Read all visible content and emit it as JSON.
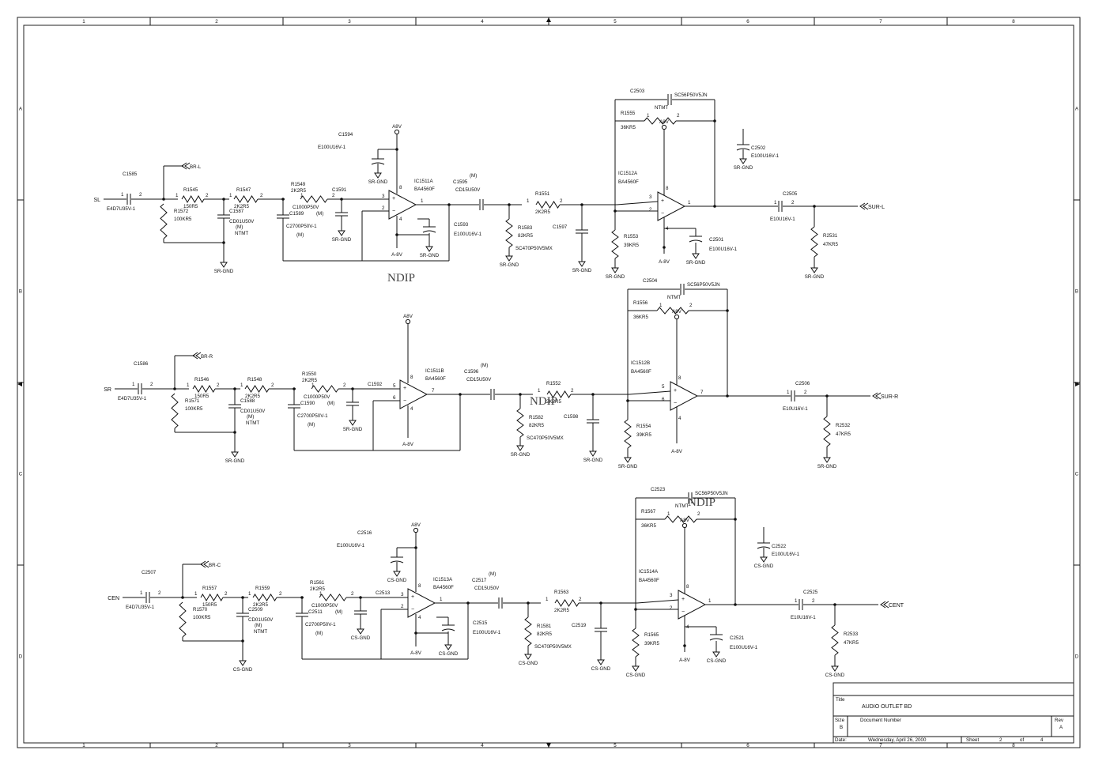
{
  "border": {
    "cols": [
      "1",
      "2",
      "3",
      "4",
      "5",
      "6",
      "7",
      "8"
    ],
    "rows": [
      "A",
      "B",
      "C",
      "D"
    ]
  },
  "title_block": {
    "title_label": "Title",
    "title": "AUDIO OUTLET BD",
    "size_label": "Size",
    "size": "B",
    "docnum_label": "Document Number",
    "rev_label": "Rev",
    "rev": "A",
    "date_label": "Date:",
    "date": "Wednesday, April 26, 2000",
    "sheet_label": "Sheet",
    "sheet": "2",
    "of_label": "of",
    "total": "4"
  },
  "watermark": "NDIP",
  "channels": [
    {
      "in": "SL",
      "br": "BR-L",
      "gnd": "SR-GND",
      "out": "SUR-L",
      "c_in": "C1585",
      "c_in_v": "E4D7U35V-1",
      "r_bias": "R1572",
      "r_bias_v": "100KR5",
      "r_s1": "R1545",
      "r_s1_v": "150R5",
      "r_s2": "R1547",
      "r_s2_v": "2K2R5",
      "c_sh1": "C1587",
      "c_sh1_v": "CD01U50V",
      "c_sh1_m": "(M)",
      "c_sh1_n": "NTMT",
      "r_s3": "R1549",
      "r_s3_v": "2K2R5",
      "c_fb1": "C1000P50V",
      "c_fb1_m": "(M)",
      "c_sh2": "C1589",
      "c_sh2_v": "C2700P50V-1",
      "c_sh2_m": "(M)",
      "c_p2": "C1591",
      "op1": "IC1511A",
      "op1_v": "BA4560F",
      "op1_a": "3",
      "op1_b": "2",
      "op1_o": "1",
      "c_dec1": "C1594",
      "c_dec1_v": "E100U16V-1",
      "c_dec2": "C1593",
      "c_dec2_v": "E100U16V-1",
      "c_cpl": "C1595",
      "c_cpl_v": "CD15U50V",
      "c_cpl_m": "(M)",
      "r_s4": "R1551",
      "r_s4_v": "2K2R5",
      "r_g": "R1583",
      "r_g_v": "82KR5",
      "c_g_v": "SC470P50V5MX",
      "c_sh3": "C1597",
      "r_fb": "R1555",
      "r_fb_v": "36KR5",
      "c_fb": "C2503",
      "c_fb_v": "SC56P50V5JN",
      "c_fb_n": "NTMT",
      "op2": "IC1512A",
      "op2_v": "BA4560F",
      "op2_a": "3",
      "op2_b": "2",
      "op2_o": "1",
      "r_g2": "R1553",
      "r_g2_v": "39KR5",
      "c_d3": "C2502",
      "c_d3_v": "E100U16V-1",
      "c_d4": "C2501",
      "c_d4_v": "E100U16V-1",
      "c_out": "C2505",
      "c_out_v": "E10U16V-1",
      "r_out": "R2531",
      "r_out_v": "47KR5"
    },
    {
      "in": "SR",
      "br": "BR-R",
      "gnd": "SR-GND",
      "out": "SUR-R",
      "c_in": "C1586",
      "c_in_v": "E4D7U35V-1",
      "r_bias": "R1571",
      "r_bias_v": "100KR5",
      "r_s1": "R1546",
      "r_s1_v": "150R5",
      "r_s2": "R1548",
      "r_s2_v": "2K2R5",
      "c_sh1": "C1588",
      "c_sh1_v": "CD01U50V",
      "c_sh1_m": "(M)",
      "c_sh1_n": "NTMT",
      "r_s3": "R1550",
      "r_s3_v": "2K2R5",
      "c_fb1": "C1592",
      "c_fb1_v": "C1000P50V",
      "c_fb1_m": "(M)",
      "c_sh2": "C1590",
      "c_sh2_v": "C2700P50V-1",
      "c_sh2_m": "(M)",
      "op1": "IC1511B",
      "op1_v": "BA4560F",
      "op1_a": "5",
      "op1_b": "6",
      "op1_o": "7",
      "c_cpl": "C1596",
      "c_cpl_v": "CD15U50V",
      "c_cpl_m": "(M)",
      "r_s4": "R1552",
      "r_s4_v": "2K2R5",
      "r_g": "R1582",
      "r_g_v": "82KR5",
      "c_g_v": "SC470P50V5MX",
      "c_sh3": "C1598",
      "r_fb": "R1556",
      "r_fb_v": "36KR5",
      "c_fb": "C2504",
      "c_fb_v": "SC56P50V5JN",
      "c_fb_n": "NTMT",
      "op2": "IC1512B",
      "op2_v": "BA4560F",
      "op2_a": "5",
      "op2_b": "6",
      "op2_o": "7",
      "r_g2": "R1554",
      "r_g2_v": "39KR5",
      "c_out": "C2506",
      "c_out_v": "E10U16V-1",
      "r_out": "R2532",
      "r_out_v": "47KR5"
    },
    {
      "in": "CEN",
      "br": "BR-C",
      "gnd": "CS-GND",
      "out": "CENT",
      "c_in": "C2507",
      "c_in_v": "E4D7U35V-1",
      "r_bias": "R1570",
      "r_bias_v": "100KR5",
      "r_s1": "R1557",
      "r_s1_v": "150R5",
      "r_s2": "R1559",
      "r_s2_v": "2K2R5",
      "c_sh1": "C2509",
      "c_sh1_v": "CD01U50V",
      "c_sh1_m": "(M)",
      "c_sh1_n": "NTMT",
      "r_s3": "R1561",
      "r_s3_v": "2K2R5",
      "c_fb1": "C2513",
      "c_fb1_v": "C1000P50V",
      "c_fb1_m": "(M)",
      "c_sh2": "C2511",
      "c_sh2_v": "C2700P50V-1",
      "c_sh2_m": "(M)",
      "op1": "IC1513A",
      "op1_v": "BA4560F",
      "op1_a": "3",
      "op1_b": "2",
      "op1_o": "1",
      "c_dec1": "C2516",
      "c_dec1_v": "E100U16V-1",
      "c_dec2": "C2515",
      "c_dec2_v": "E100U16V-1",
      "c_cpl": "C2517",
      "c_cpl_v": "CD15U50V",
      "c_cpl_m": "(M)",
      "r_s4": "R1563",
      "r_s4_v": "2K2R5",
      "r_g": "R1581",
      "r_g_v": "82KR5",
      "c_g_v": "SC470P50V5MX",
      "c_sh3": "C2519",
      "r_fb": "R1567",
      "r_fb_v": "36KR5",
      "c_fb": "C2523",
      "c_fb_v": "SC56P50V5JN",
      "c_fb_n": "NTMT",
      "op2": "IC1514A",
      "op2_v": "BA4560F",
      "op2_a": "3",
      "op2_b": "2",
      "op2_o": "1",
      "r_g2": "R1565",
      "r_g2_v": "39KR5",
      "c_d3": "C2522",
      "c_d3_v": "E100U16V-1",
      "c_d4": "C2521",
      "c_d4_v": "E100U16V-1",
      "c_out": "C2525",
      "c_out_v": "E10U16V-1",
      "r_out": "R2533",
      "r_out_v": "47KR5"
    }
  ],
  "nets": {
    "pos": "A8V",
    "neg": "A-8V"
  },
  "pins": {
    "p1": "1",
    "p2": "2",
    "p4": "4",
    "p8": "8"
  }
}
